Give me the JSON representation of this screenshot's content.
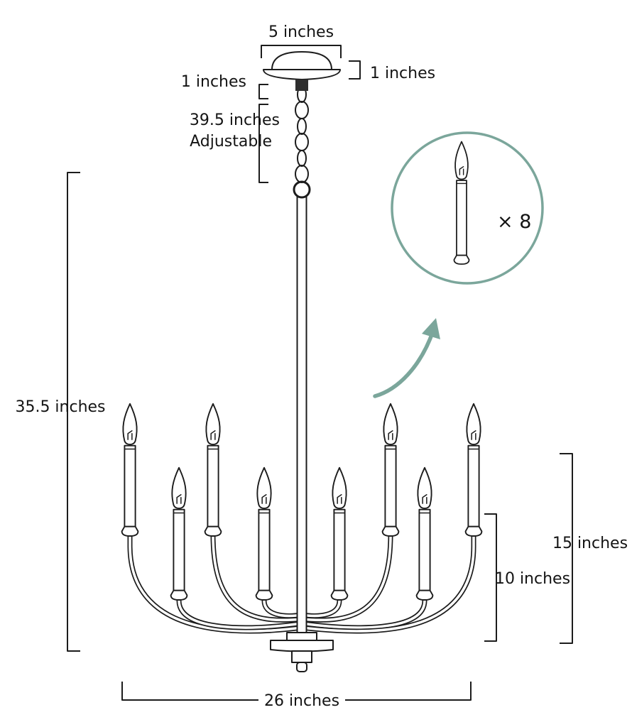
{
  "diagram": {
    "labels": {
      "canopy_width": "5 inches",
      "canopy_height": "1 inches",
      "stem_height": "1 inches",
      "chain_length": "39.5 inches",
      "chain_note": "Adjustable",
      "total_height": "35.5 inches",
      "outer_candle_height": "15 inches",
      "inner_candle_height": "10 inches",
      "fixture_width": "26 inches",
      "bulb_count": "× 8"
    },
    "colors": {
      "line": "#1c1c1c",
      "accent": "#7BA69B",
      "background": "#ffffff"
    }
  }
}
